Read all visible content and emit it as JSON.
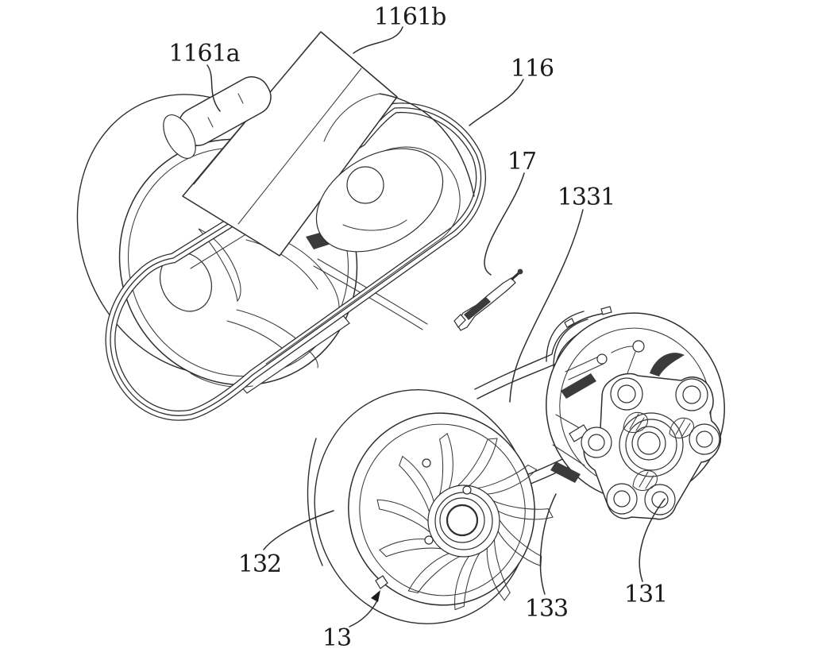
{
  "figure": {
    "background_color": "#ffffff",
    "line_color": "#2e2e2e",
    "label_color": "#1b1b1b",
    "shading_color": "#3b3b3b",
    "labels": [
      {
        "id": "1161a",
        "text": "1161a"
      },
      {
        "id": "1161b",
        "text": "1161b"
      },
      {
        "id": "116",
        "text": "116"
      },
      {
        "id": "17",
        "text": "17"
      },
      {
        "id": "1331",
        "text": "1331"
      },
      {
        "id": "132",
        "text": "132"
      },
      {
        "id": "13",
        "text": "13"
      },
      {
        "id": "133",
        "text": "133"
      },
      {
        "id": "131",
        "text": "131"
      }
    ]
  }
}
